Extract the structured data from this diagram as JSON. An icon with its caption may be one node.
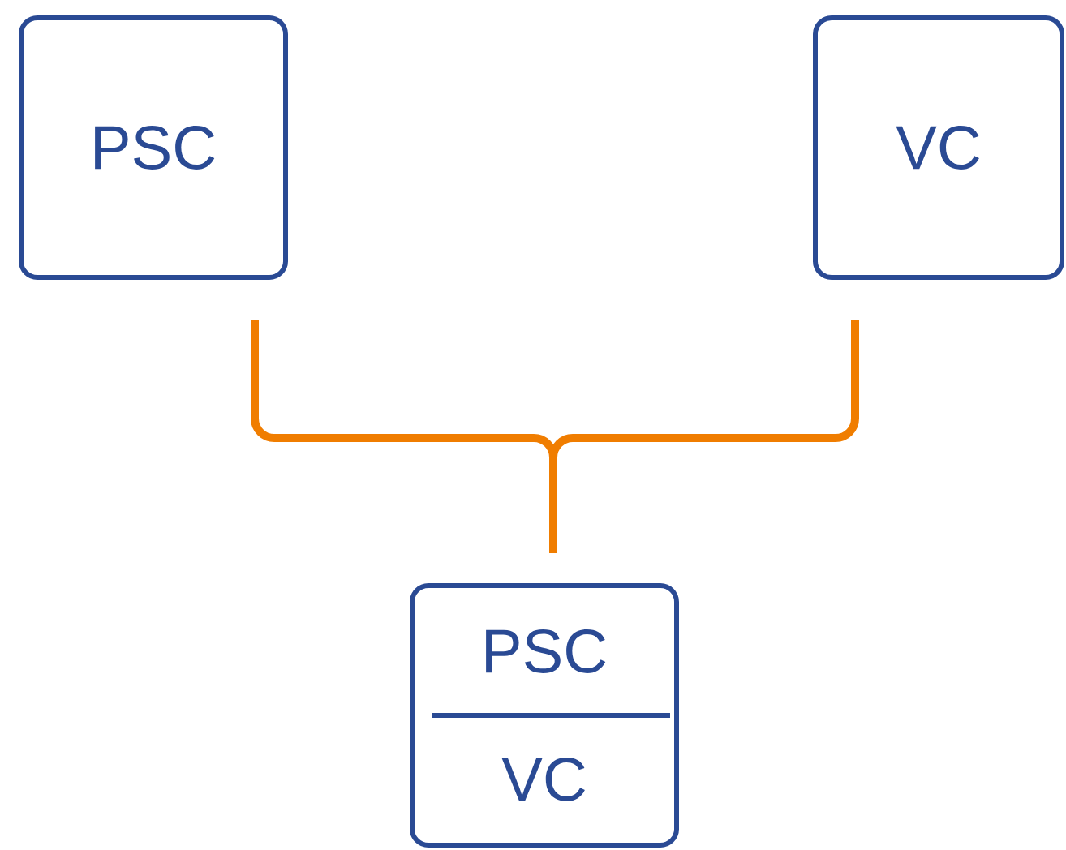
{
  "diagram": {
    "nodes": [
      {
        "text": [
          "PSC"
        ]
      },
      {
        "text": [
          "VC"
        ]
      },
      {
        "text": [
          "PSC",
          "VC"
        ]
      }
    ],
    "edges": [
      {
        "from": 0,
        "to": 2,
        "arrow": "none"
      },
      {
        "from": 1,
        "to": 2,
        "arrow": "none"
      }
    ]
  }
}
